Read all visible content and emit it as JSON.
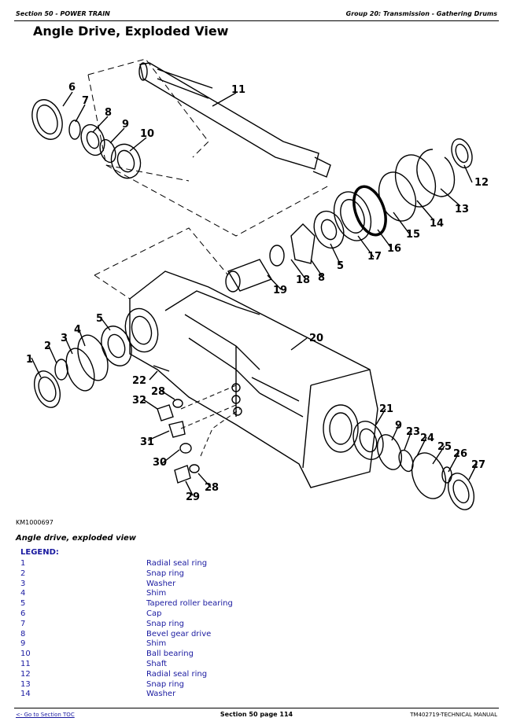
{
  "header": {
    "section": "Section 50 - POWER TRAIN",
    "group": "Group 20: Transmission - Gathering Drums"
  },
  "page_title": "Angle Drive, Exploded View",
  "figure": {
    "id": "KM1000697",
    "caption": "Angle drive, exploded view",
    "callouts": [
      "1",
      "2",
      "3",
      "4",
      "5",
      "6",
      "7",
      "8",
      "9",
      "10",
      "11",
      "12",
      "13",
      "14",
      "15",
      "16",
      "17",
      "18",
      "19",
      "20",
      "21",
      "22",
      "23",
      "24",
      "25",
      "26",
      "27",
      "28",
      "29",
      "30",
      "31",
      "32"
    ]
  },
  "legend": {
    "heading": "LEGEND:",
    "items": [
      {
        "num": "1",
        "name": "Radial seal ring"
      },
      {
        "num": "2",
        "name": "Snap ring"
      },
      {
        "num": "3",
        "name": "Washer"
      },
      {
        "num": "4",
        "name": "Shim"
      },
      {
        "num": "5",
        "name": "Tapered roller bearing"
      },
      {
        "num": "6",
        "name": "Cap"
      },
      {
        "num": "7",
        "name": "Snap ring"
      },
      {
        "num": "8",
        "name": "Bevel gear drive"
      },
      {
        "num": "9",
        "name": "Shim"
      },
      {
        "num": "10",
        "name": "Ball bearing"
      },
      {
        "num": "11",
        "name": "Shaft"
      },
      {
        "num": "12",
        "name": "Radial seal ring"
      },
      {
        "num": "13",
        "name": "Snap ring"
      },
      {
        "num": "14",
        "name": "Washer"
      }
    ]
  },
  "footer": {
    "toc_link": "<- Go to Section TOC",
    "page": "Section 50 page 114",
    "manual": "TM402719-TECHNICAL MANUAL"
  }
}
